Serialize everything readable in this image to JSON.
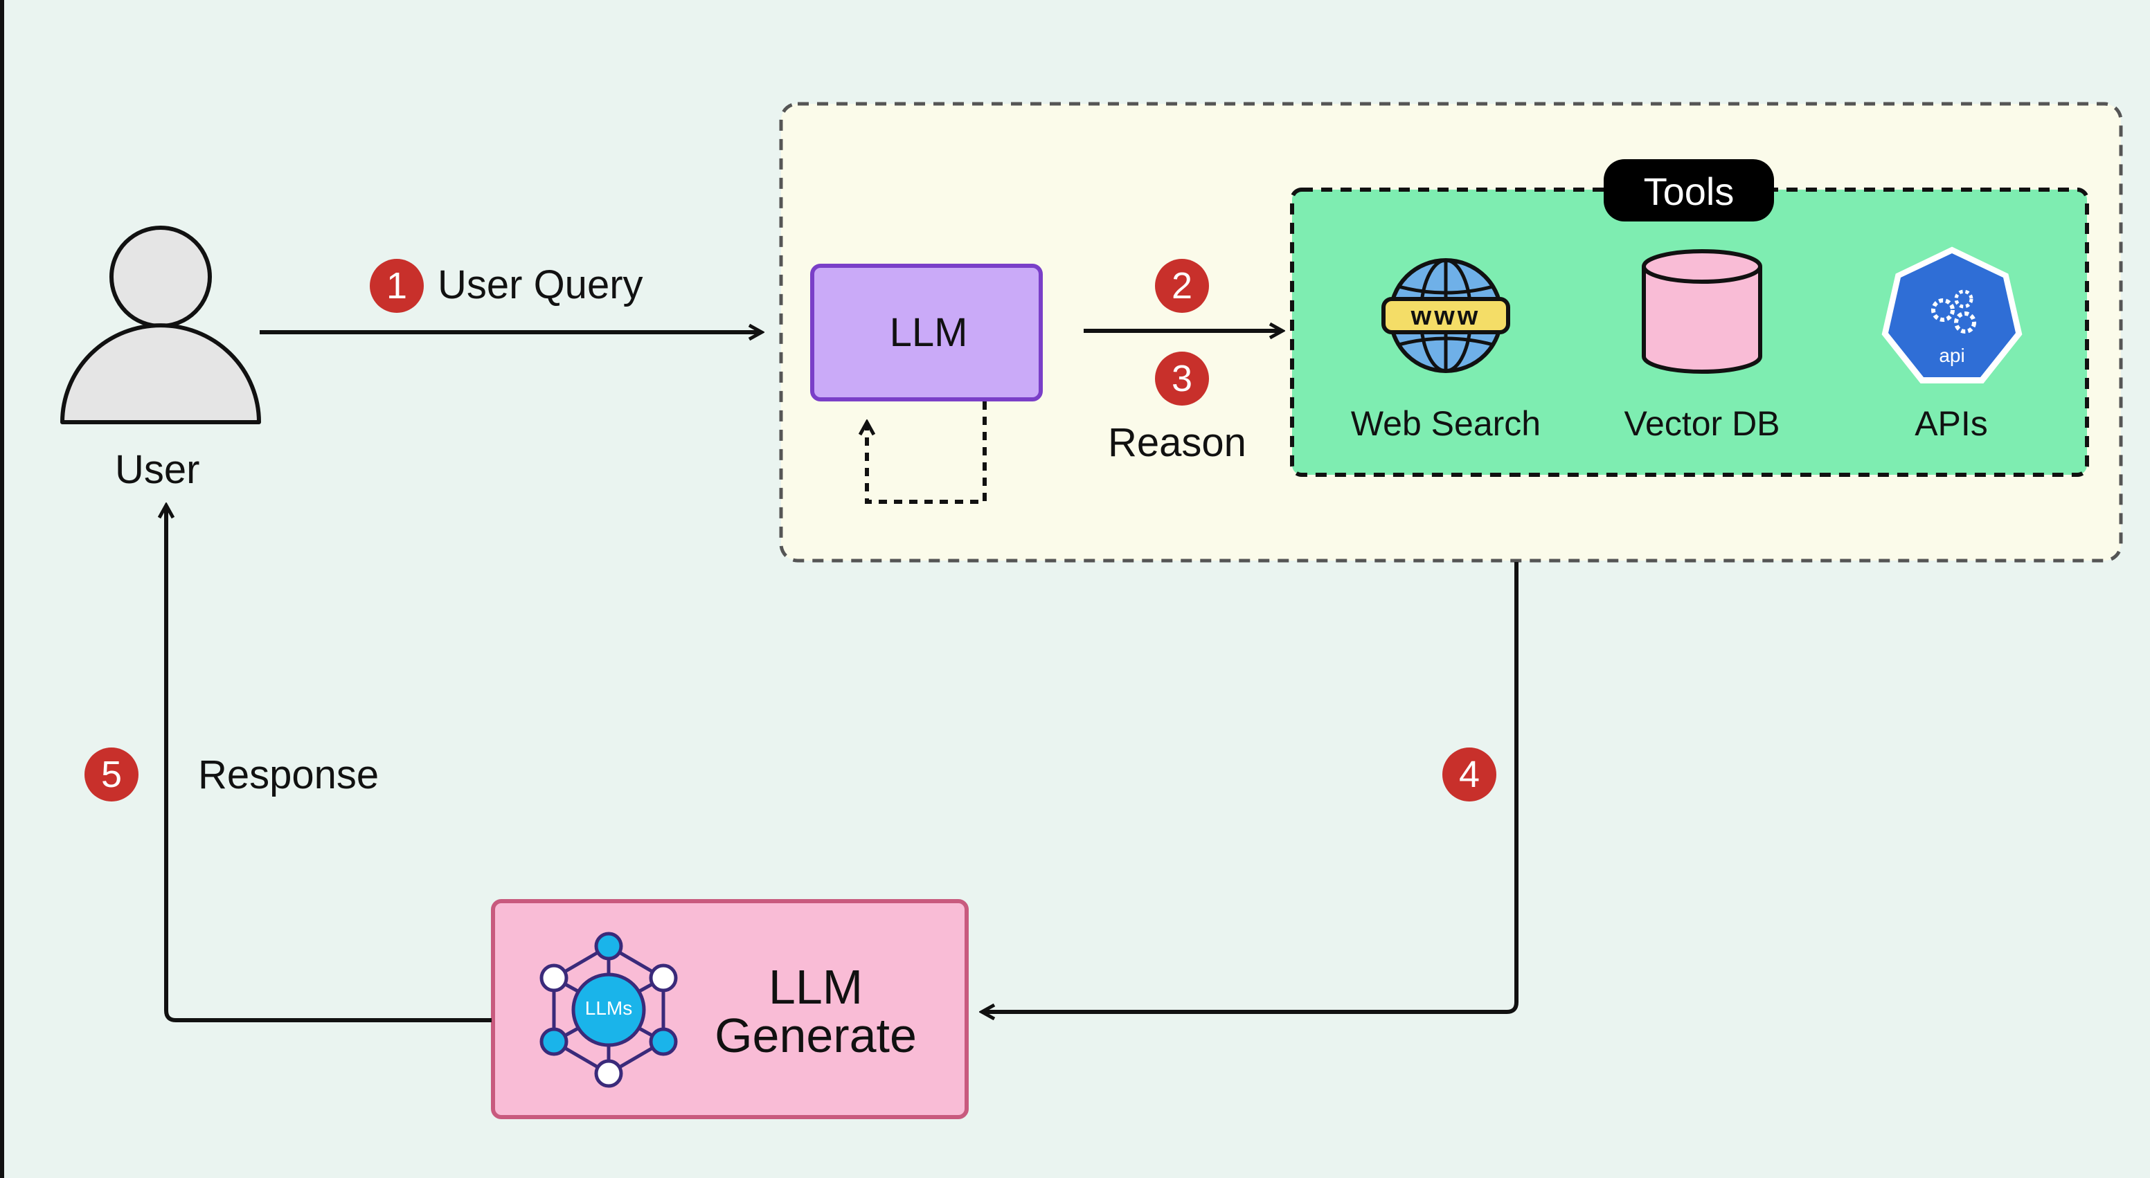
{
  "user": {
    "label": "User"
  },
  "steps": [
    {
      "number": "1",
      "label": "User Query"
    },
    {
      "number": "2",
      "label": ""
    },
    {
      "number": "3",
      "label": "Reason"
    },
    {
      "number": "4",
      "label": ""
    },
    {
      "number": "5",
      "label": "Response"
    }
  ],
  "llm_box": {
    "label": "LLM"
  },
  "tools": {
    "title": "Tools",
    "items": [
      {
        "icon": "globe-www-icon",
        "label": "Web Search"
      },
      {
        "icon": "database-cylinder-icon",
        "label": "Vector DB"
      },
      {
        "icon": "api-gear-icon",
        "label": "APIs",
        "icon_text": "api"
      }
    ]
  },
  "generate_box": {
    "line1": "LLM",
    "line2": "Generate",
    "icon_text": "LLMs"
  },
  "colors": {
    "background": "#eaf4f0",
    "agent_container": "#fbfbea",
    "tools_fill": "#7eedb1",
    "llm_fill": "#caaaf8",
    "llm_border": "#7a3fc8",
    "generate_fill": "#f9bcd6",
    "generate_border": "#c85a7e",
    "badge": "#c8302b",
    "api_icon": "#2f6ed6",
    "network_icon": "#1ab4ea",
    "db_fill": "#f9bcd6"
  }
}
